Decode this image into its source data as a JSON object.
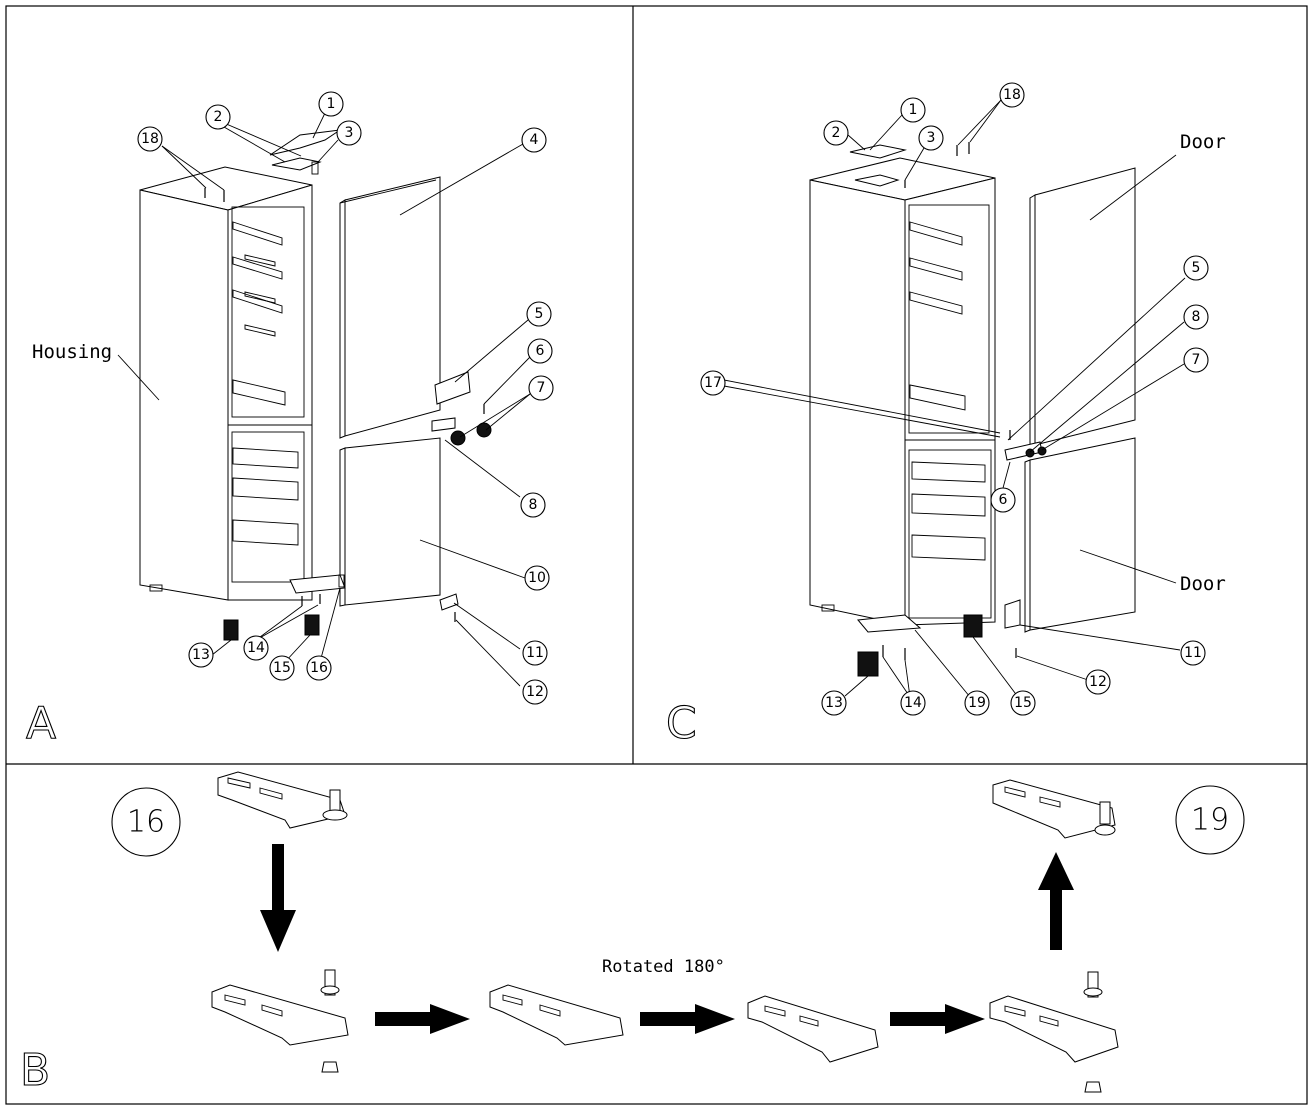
{
  "panels": {
    "a": {
      "letter": "A"
    },
    "c": {
      "letter": "C"
    },
    "b": {
      "letter": "B"
    }
  },
  "labels": {
    "housing": "Housing",
    "door_top": "Door",
    "door_bottom": "Door",
    "rotated": "Rotated 180°"
  },
  "callouts_a": [
    "1",
    "2",
    "3",
    "18",
    "4",
    "5",
    "6",
    "7",
    "8",
    "10",
    "11",
    "12",
    "13",
    "14",
    "15",
    "16"
  ],
  "callouts_c": [
    "1",
    "2",
    "3",
    "18",
    "5",
    "8",
    "7",
    "17",
    "6",
    "11",
    "12",
    "13",
    "14",
    "19",
    "15"
  ],
  "callouts_b": [
    "16",
    "19"
  ]
}
